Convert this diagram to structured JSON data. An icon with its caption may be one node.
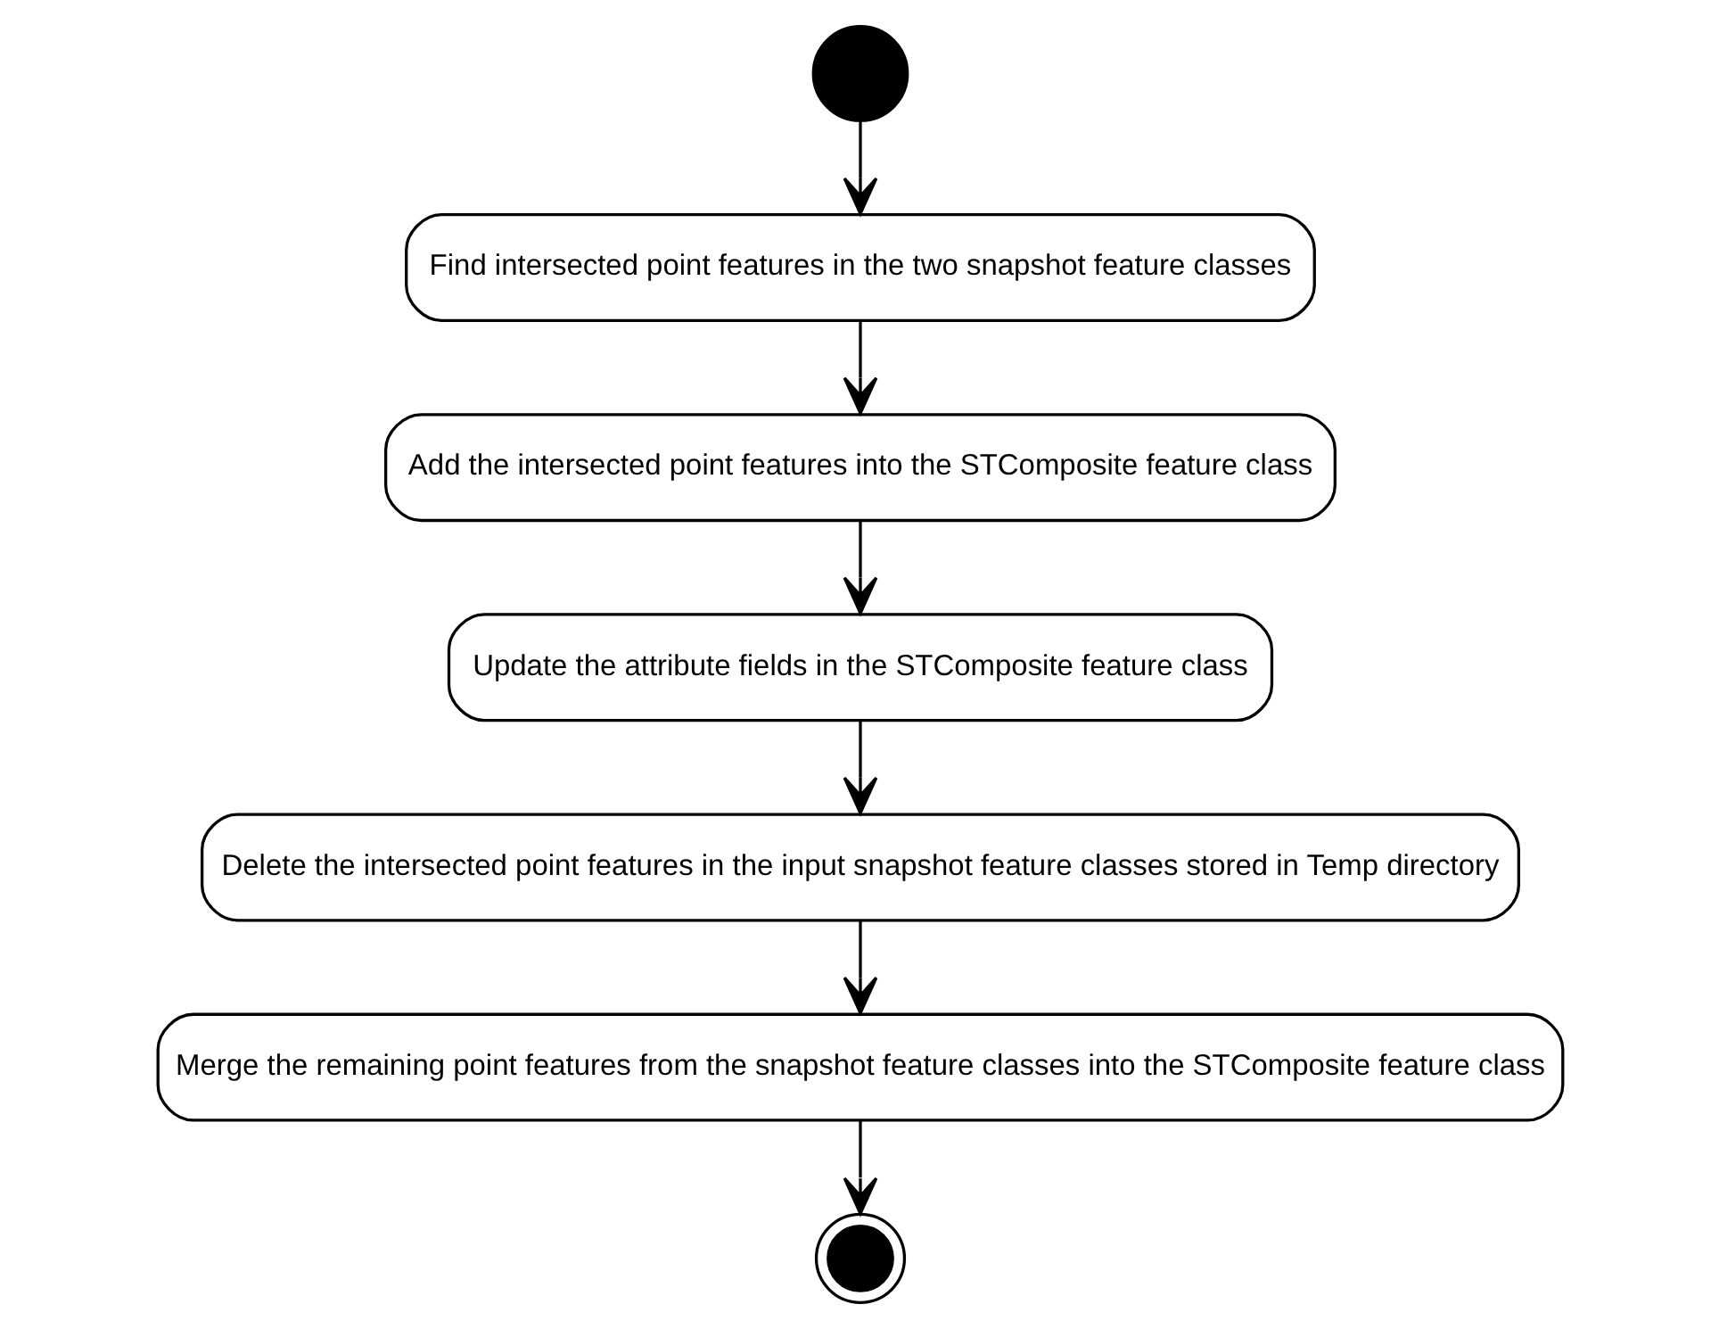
{
  "diagram": {
    "nodes": [
      {
        "text": [],
        "shape": "circle"
      },
      {
        "text": [
          "Find intersected point features in the two snapshot feature classes"
        ]
      },
      {
        "text": [
          "Add the intersected point features into the STComposite feature class"
        ]
      },
      {
        "text": [
          "Update the attribute fields in the STComposite feature class"
        ]
      },
      {
        "text": [
          "Delete the intersected point features in the input snapshot feature classes stored in Temp directory"
        ]
      },
      {
        "text": [
          "Merge the remaining point features from the snapshot feature classes into the STComposite feature class"
        ]
      },
      {
        "text": [],
        "shape": "bullseye"
      }
    ],
    "edges": [
      {
        "from": 0,
        "to": 1,
        "arrow": "to"
      },
      {
        "from": 1,
        "to": 2,
        "arrow": "to"
      },
      {
        "from": 2,
        "to": 3,
        "arrow": "to"
      },
      {
        "from": 3,
        "to": 4,
        "arrow": "to"
      },
      {
        "from": 4,
        "to": 5,
        "arrow": "to"
      },
      {
        "from": 5,
        "to": 6,
        "arrow": "to"
      }
    ]
  }
}
